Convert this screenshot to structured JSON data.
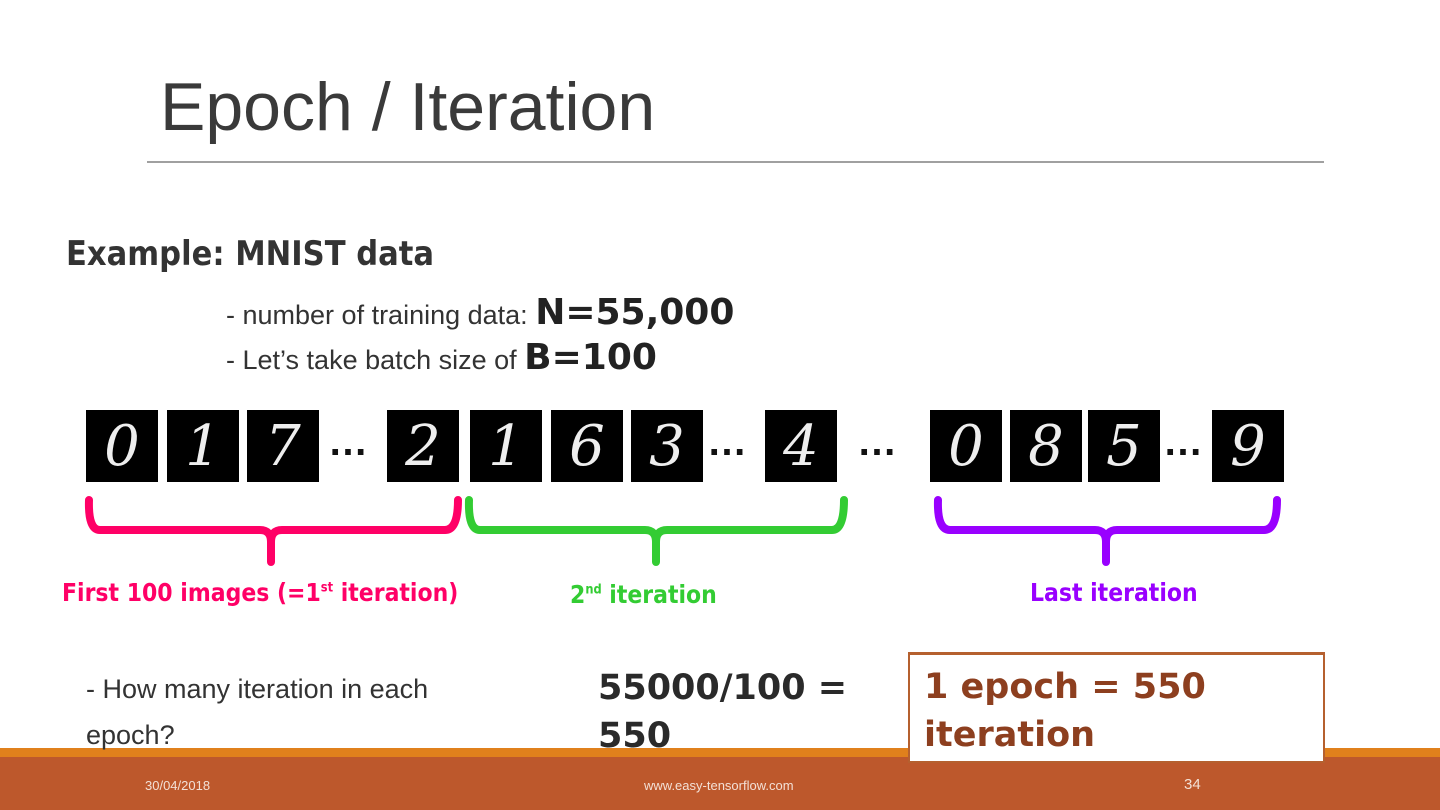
{
  "title": "Epoch / Iteration",
  "subhead": "Example: MNIST data",
  "bullets": [
    {
      "dash": "-",
      "text": " number of training data: ",
      "value": "N=55,000"
    },
    {
      "dash": "-",
      "text": " Let’s take batch size of ",
      "value": "B=100"
    }
  ],
  "digits": [
    "0",
    "1",
    "7",
    "2",
    "1",
    "6",
    "3",
    "4",
    "0",
    "8",
    "5",
    "9"
  ],
  "ellipsis": "…",
  "groups": [
    {
      "label": "First 100 images (=1",
      "sup": "st",
      "after": " iteration)",
      "color": "#ff0066"
    },
    {
      "label": "2",
      "sup": "nd",
      "after": " iteration",
      "color": "#33cc33"
    },
    {
      "label": "Last iteration",
      "color": "#9900ff"
    }
  ],
  "question": {
    "dash": "-",
    "line1": " How many iteration in each",
    "line2": "epoch?"
  },
  "calc": {
    "line1": "55000/100 =",
    "line2": "550"
  },
  "answer": {
    "line1": "1 epoch = 550",
    "line2": "iteration",
    "color": "#8d3f1f"
  },
  "footer": {
    "date": "30/04/2018",
    "site": "www.easy-tensorflow.com",
    "page": "34"
  },
  "colors": {
    "footer": "#bd582c",
    "stripe": "#e0801c"
  }
}
